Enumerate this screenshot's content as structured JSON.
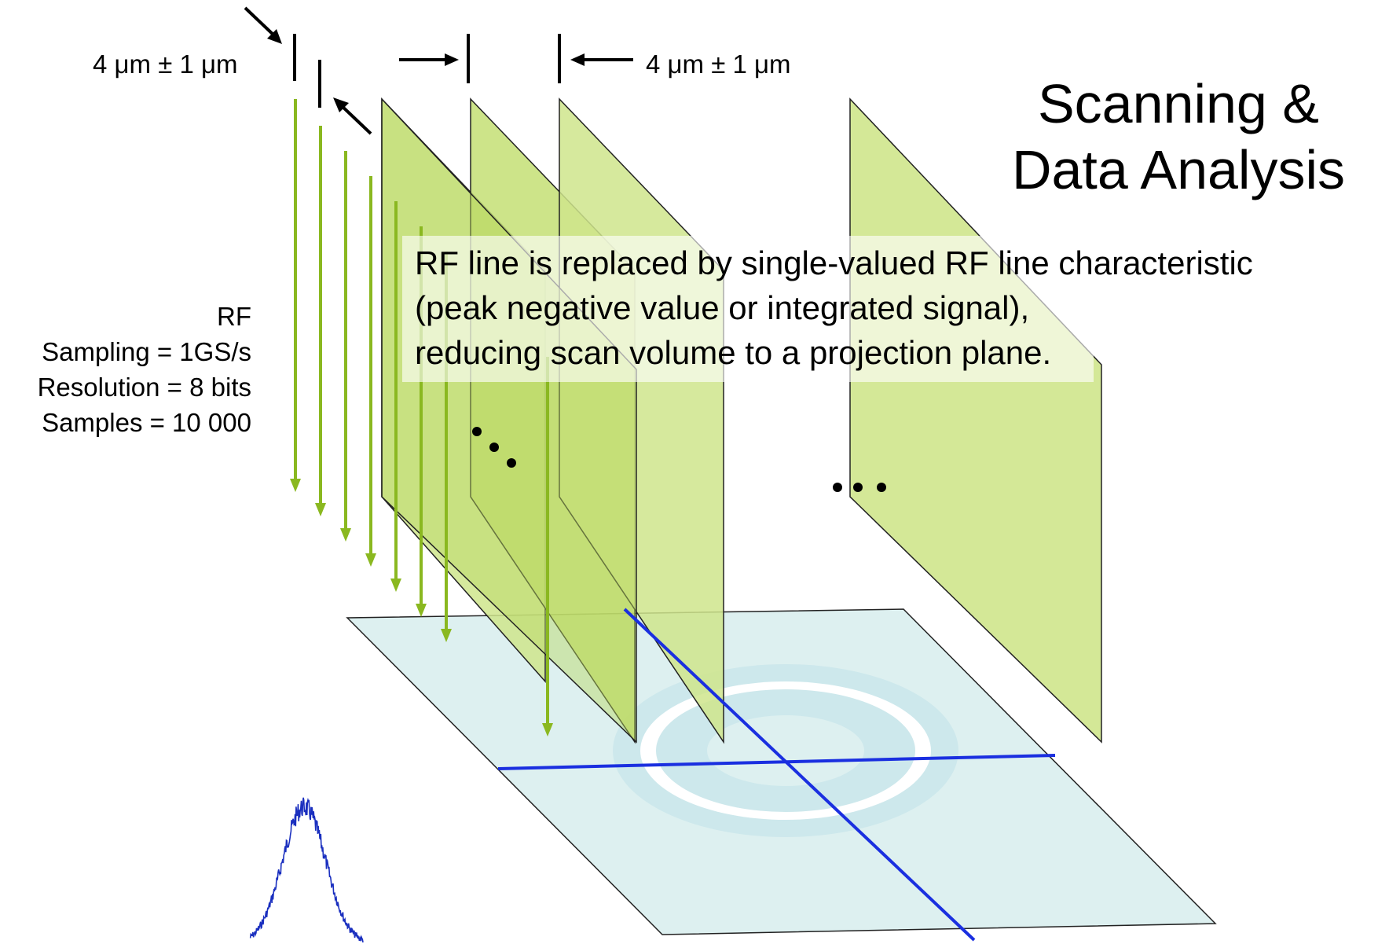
{
  "title": {
    "line1": "Scanning &",
    "line2": "Data Analysis"
  },
  "dimensions": {
    "line_spacing": "4 μm ± 1 μm",
    "plane_spacing": "4 μm ± 1 μm"
  },
  "rf_specs": {
    "heading": "RF",
    "sampling": "Sampling =  1GS/s",
    "resolution": "Resolution = 8 bits",
    "samples": "Samples = 10 000"
  },
  "note": {
    "line1": "RF line is replaced by single-valued RF line characteristic",
    "line2": "(peak negative value or integrated signal),",
    "line3": "reducing scan volume to a projection plane."
  },
  "colors": {
    "rf_arrow": "#8ab820",
    "scan_plane_fill": "#cfe58c",
    "scan_plane_stroke": "#222222",
    "projection_plane_fill": "#ddf0f0",
    "projection_ring": "#cde8ec",
    "cross_lines": "#1a2fe0",
    "rf_trace": "#1a2fbf"
  }
}
